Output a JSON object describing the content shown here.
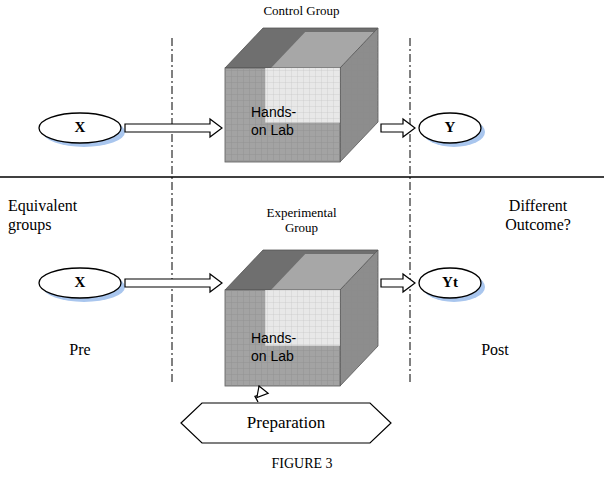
{
  "diagram": {
    "caption": "FIGURE 3",
    "nodes": [
      {
        "text": [
          "X"
        ]
      },
      {
        "text": [
          "Control Group",
          "Hands- on Lab"
        ]
      },
      {
        "text": [
          "Y"
        ]
      },
      {
        "text": [
          "X"
        ]
      },
      {
        "text": [
          "Experimental Group",
          "Hands- on Lab"
        ]
      },
      {
        "text": [
          "Yt"
        ]
      },
      {
        "text": [
          "Preparation"
        ]
      }
    ],
    "edges": [
      {
        "from": 0,
        "to": 1,
        "arrow": "to"
      },
      {
        "from": 1,
        "to": 2,
        "arrow": "to"
      },
      {
        "from": 3,
        "to": 4,
        "arrow": "to"
      },
      {
        "from": 4,
        "to": 5,
        "arrow": "to"
      },
      {
        "from": 6,
        "to": 4,
        "arrow": "to"
      }
    ],
    "labels": [
      "Equivalent groups",
      "Different Outcome?",
      "Pre",
      "Post"
    ]
  }
}
